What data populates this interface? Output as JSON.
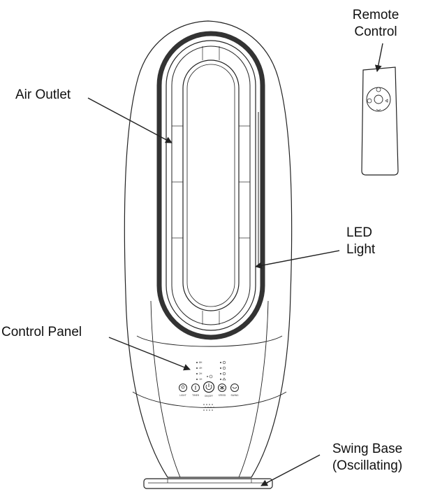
{
  "callouts": {
    "remote_line1": "Remote",
    "remote_line2": "Control",
    "air_outlet": "Air Outlet",
    "led_line1": "LED",
    "led_line2": "Light",
    "control_panel": "Control Panel",
    "swing_line1": "Swing Base",
    "swing_line2": "(Oscillating)"
  },
  "panel_buttons": {
    "light": "LIGHT",
    "timer": "TIMER",
    "power": "ON/OFF",
    "speed": "SPEED",
    "swing": "SWING"
  },
  "timer_indicators": [
    "8H",
    "4H",
    "2H",
    "1H"
  ],
  "colors": {
    "line": "#222222",
    "text": "#111111"
  }
}
